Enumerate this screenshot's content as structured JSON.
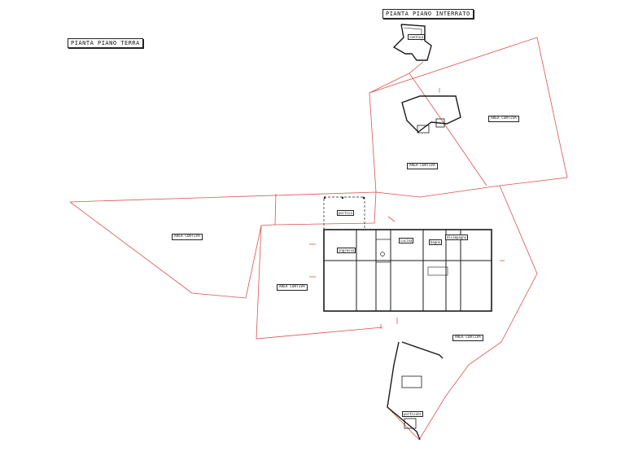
{
  "titles": {
    "ground_floor": "PIANTA PIANO TERRA",
    "basement": "PIANTA PIANO INTERRATO"
  },
  "areas": {
    "left": "AREA CORTIVA",
    "center_left": "AREA CORTIVA",
    "upper_middle": "AREA CORTIVA",
    "upper_right": "AREA CORTIVA",
    "lower_right": "AREA CORTIVA"
  },
  "rooms": {
    "portico": "portico",
    "ingresso": "ingresso",
    "cucina": "cucina",
    "bagno": "bagno",
    "disimpegno": "disimpegno",
    "basement_room": "cantina",
    "lower_porch": "porticato"
  },
  "colors": {
    "boundary": "#d9534f",
    "walls": "#1a1a1a",
    "dimension_marks": "#d9534f"
  }
}
